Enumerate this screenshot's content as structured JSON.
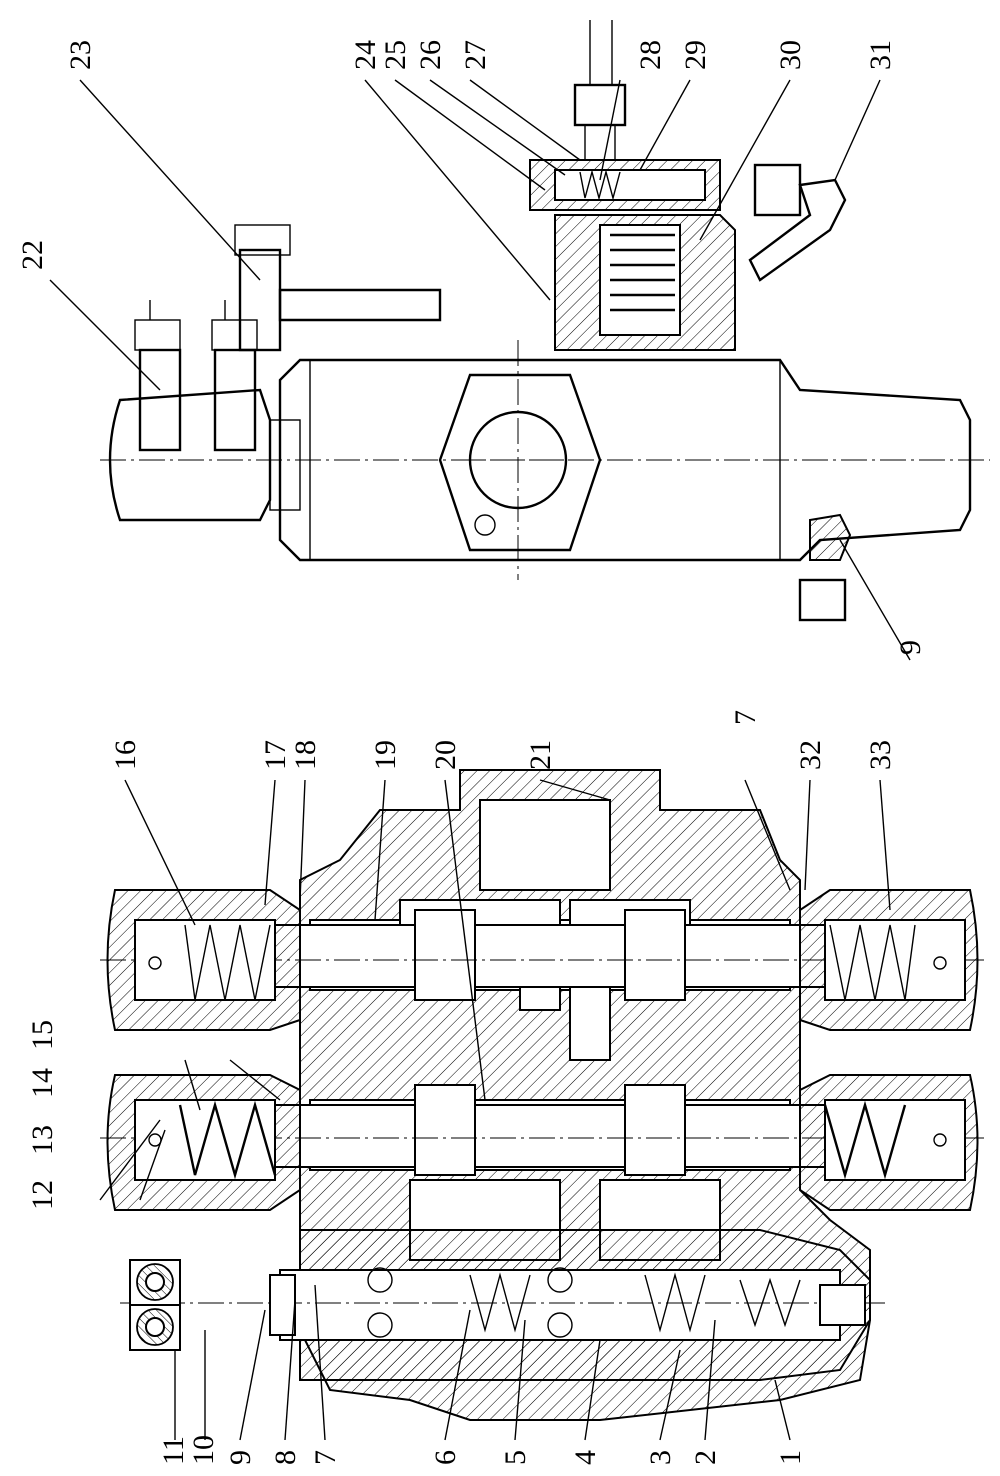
{
  "drawing": {
    "callouts_bottom_left": [
      "11",
      "10",
      "9",
      "8",
      "7",
      "6",
      "5",
      "4",
      "3",
      "2",
      "1"
    ],
    "callouts_left_group": [
      "12",
      "13",
      "14",
      "15"
    ],
    "callouts_middle": [
      "16",
      "17",
      "18",
      "19",
      "20",
      "21",
      "7",
      "32",
      "33"
    ],
    "callouts_top_right": [
      "22",
      "23",
      "24",
      "25",
      "26",
      "27",
      "28",
      "29",
      "30",
      "31"
    ],
    "callout_right_side": "9"
  }
}
